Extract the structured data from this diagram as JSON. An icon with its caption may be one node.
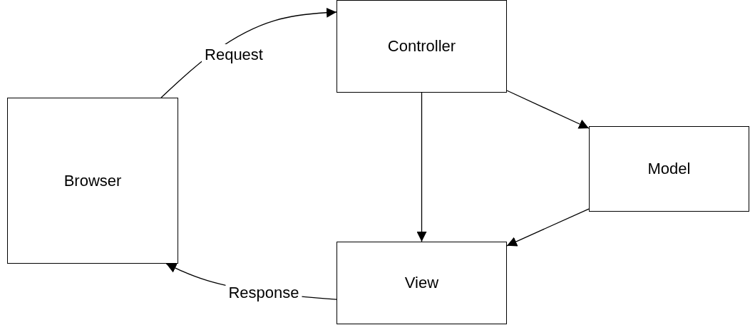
{
  "diagram": {
    "nodes": [
      {
        "text": [
          "Browser"
        ]
      },
      {
        "text": [
          "Controller"
        ]
      },
      {
        "text": [
          "Model"
        ]
      },
      {
        "text": [
          "View"
        ]
      }
    ],
    "edges": [
      {
        "from": 0,
        "to": 1,
        "arrow": "to",
        "label": "Request"
      },
      {
        "from": 1,
        "to": 3,
        "arrow": "to"
      },
      {
        "from": 1,
        "to": 2,
        "arrow": "to"
      },
      {
        "from": 2,
        "to": 3,
        "arrow": "to"
      },
      {
        "from": 3,
        "to": 0,
        "arrow": "to",
        "label": "Response"
      }
    ]
  }
}
